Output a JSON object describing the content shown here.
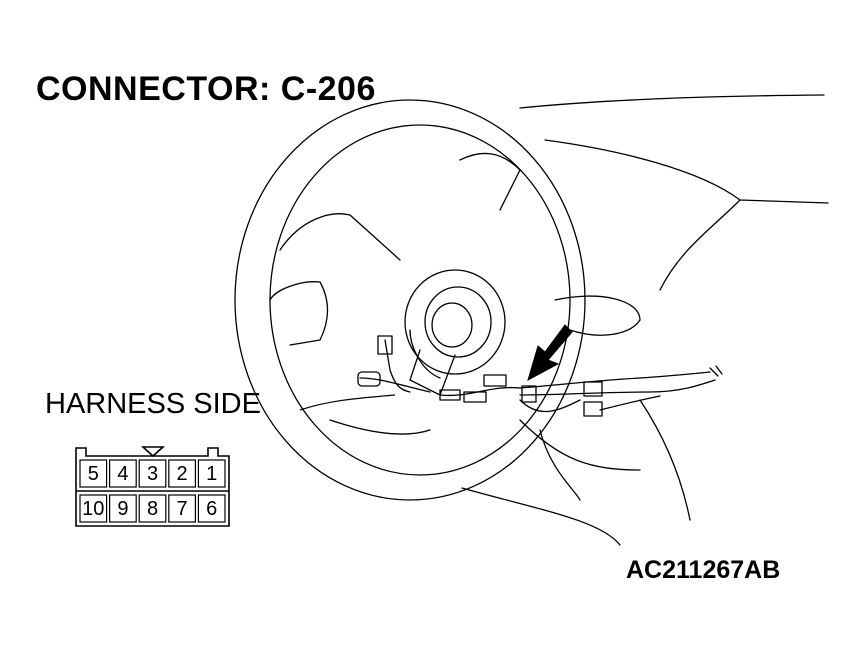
{
  "title": "CONNECTOR: C-206",
  "harness_label": "HARNESS SIDE",
  "figure_code": "AC211267AB",
  "connector": {
    "top_row": [
      "5",
      "4",
      "3",
      "2",
      "1"
    ],
    "bottom_row": [
      "10",
      "9",
      "8",
      "7",
      "6"
    ]
  }
}
